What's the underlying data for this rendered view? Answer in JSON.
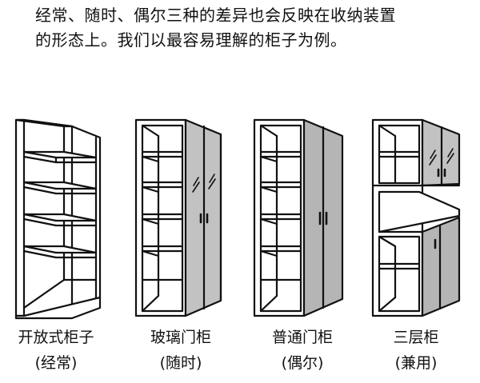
{
  "intro": {
    "line1": "经常、随时、偶尔三种的差异也会反映在收纳装置",
    "line2": "的形态上。我们以最容易理解的柜子为例。"
  },
  "cabinets": [
    {
      "name": "开放式柜子",
      "usage": "(经常)"
    },
    {
      "name": "玻璃门柜",
      "usage": "(随时)"
    },
    {
      "name": "普通门柜",
      "usage": "(偶尔)"
    },
    {
      "name": "三层柜",
      "usage": "(兼用)"
    }
  ],
  "colors": {
    "line": "#111111",
    "interior": "#ffffff",
    "door_gray": "#b5b5b5",
    "glass_gray": "#c2c2c2"
  }
}
